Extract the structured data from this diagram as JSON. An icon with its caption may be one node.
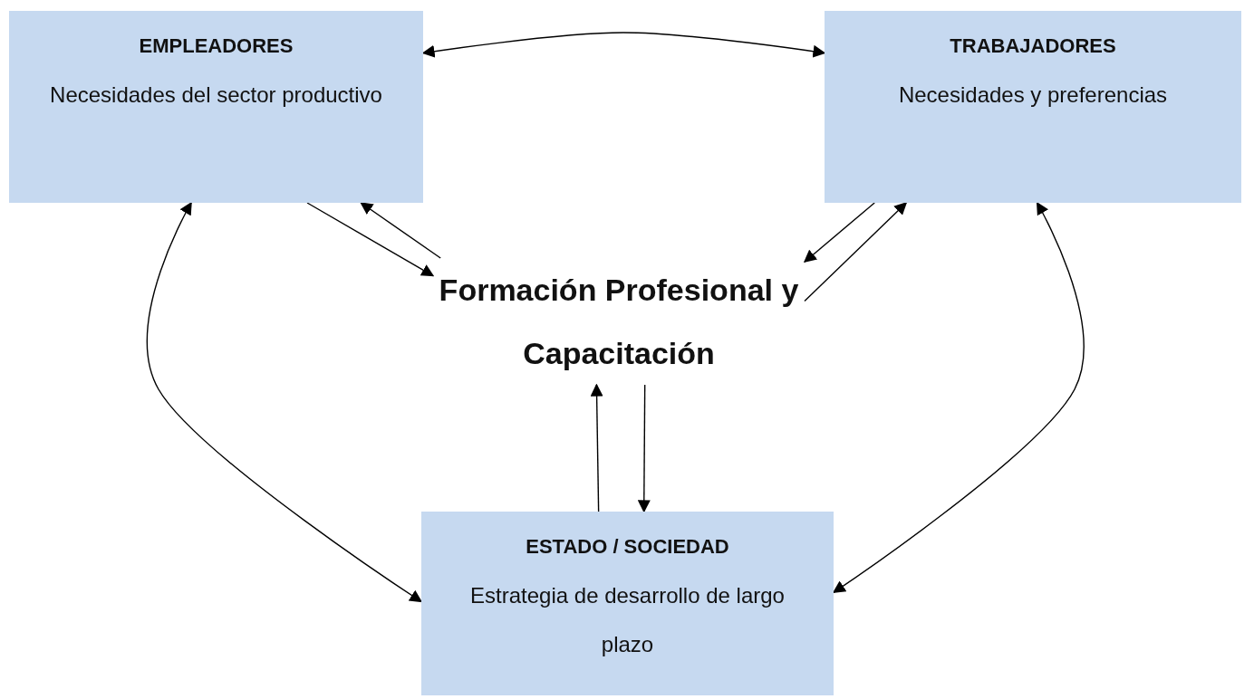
{
  "diagram": {
    "nodes": [
      {
        "text": [
          "EMPLEADORES",
          "Necesidades del sector productivo"
        ]
      },
      {
        "text": [
          "TRABAJADORES",
          "Necesidades y preferencias"
        ]
      },
      {
        "text": [
          "Formación Profesional y Capacitación"
        ]
      },
      {
        "text": [
          "ESTADO / SOCIEDAD",
          "Estrategia de desarrollo de largo plazo"
        ]
      }
    ],
    "edges": [
      {
        "from": 0,
        "to": 1,
        "arrow": "both"
      },
      {
        "from": 0,
        "to": 2,
        "arrow": "to"
      },
      {
        "from": 2,
        "to": 0,
        "arrow": "to"
      },
      {
        "from": 1,
        "to": 2,
        "arrow": "to"
      },
      {
        "from": 2,
        "to": 1,
        "arrow": "to"
      },
      {
        "from": 2,
        "to": 3,
        "arrow": "to"
      },
      {
        "from": 3,
        "to": 2,
        "arrow": "to"
      },
      {
        "from": 0,
        "to": 3,
        "arrow": "both"
      },
      {
        "from": 1,
        "to": 3,
        "arrow": "both"
      }
    ]
  }
}
